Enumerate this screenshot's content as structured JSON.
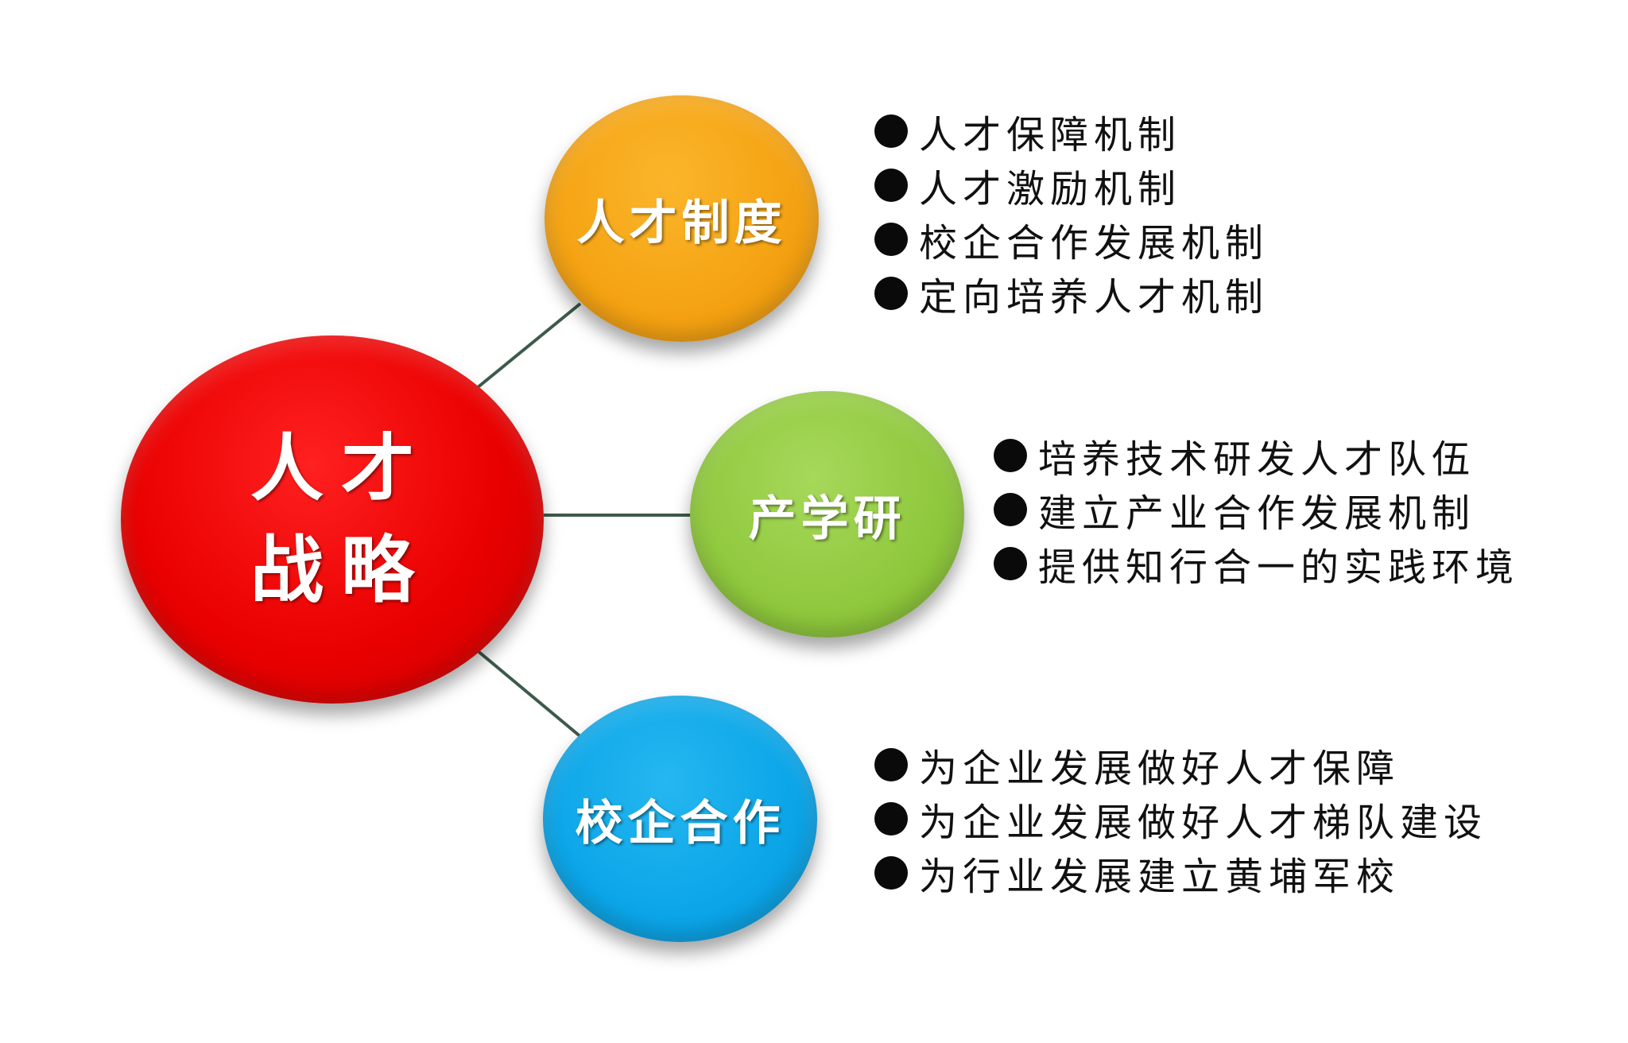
{
  "hub": {
    "label": "人才\n战略",
    "color": "#e60000"
  },
  "nodes": [
    {
      "label": "人才制度",
      "color": "#f4a212",
      "items": [
        "人才保障机制",
        "人才激励机制",
        "校企合作发展机制",
        "定向培养人才机制"
      ]
    },
    {
      "label": "产学研",
      "color": "#8fc83d",
      "items": [
        "培养技术研发人才队伍",
        "建立产业合作发展机制",
        "提供知行合一的实践环境"
      ]
    },
    {
      "label": "校企合作",
      "color": "#0ba5e8",
      "items": [
        "为企业发展做好人才保障",
        "为企业发展做好人才梯队建设",
        "为行业发展建立黄埔军校"
      ]
    }
  ],
  "connector_color": "#3d5a4a"
}
